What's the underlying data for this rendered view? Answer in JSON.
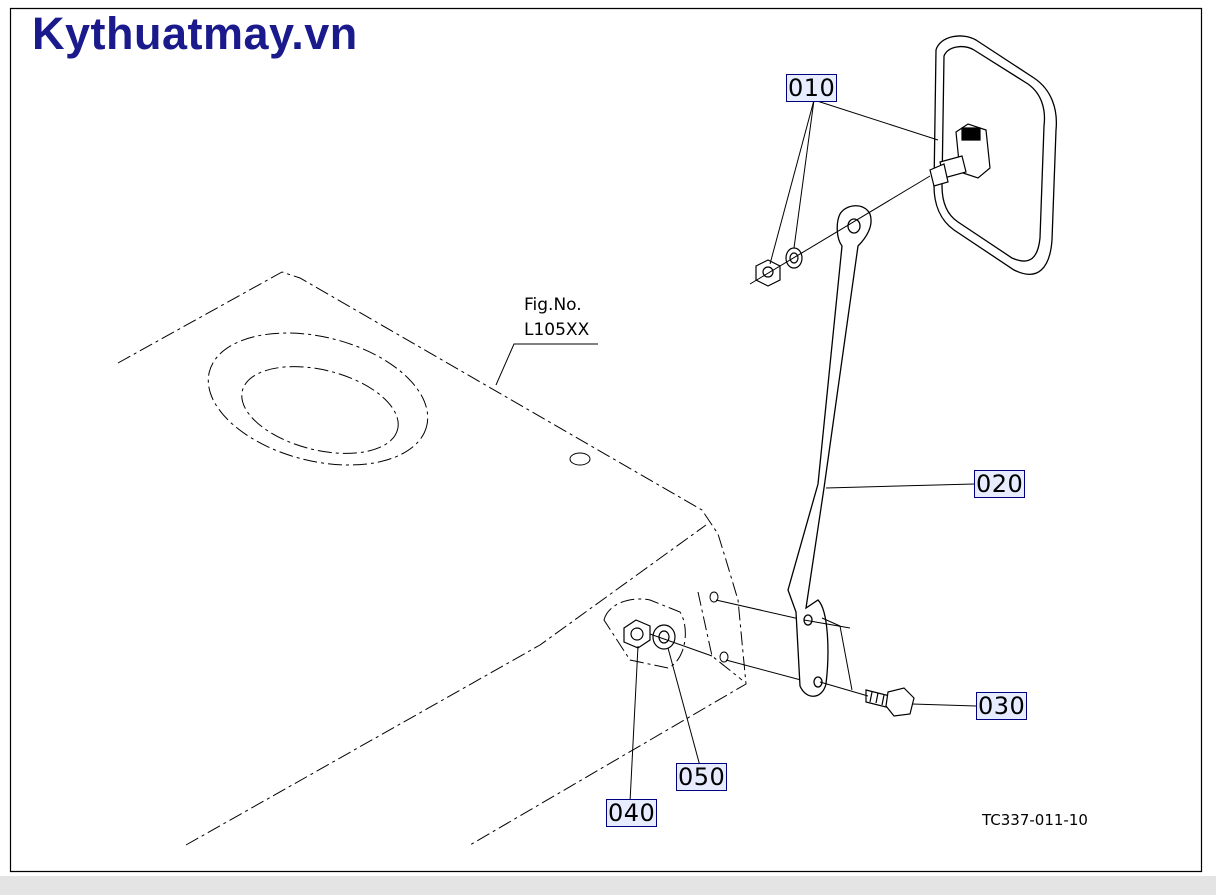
{
  "watermark": "Kythuatmay.vn",
  "figure_ref": {
    "line1": "Fig.No.",
    "line2": "L105XX"
  },
  "drawing_code": "TC337-011-10",
  "callouts": {
    "p010": "010",
    "p020": "020",
    "p030": "030",
    "p040": "040",
    "p050": "050"
  },
  "colors": {
    "watermark": "#1a1a8c",
    "callout_border": "#000080",
    "callout_fill": "#e8ecff"
  }
}
